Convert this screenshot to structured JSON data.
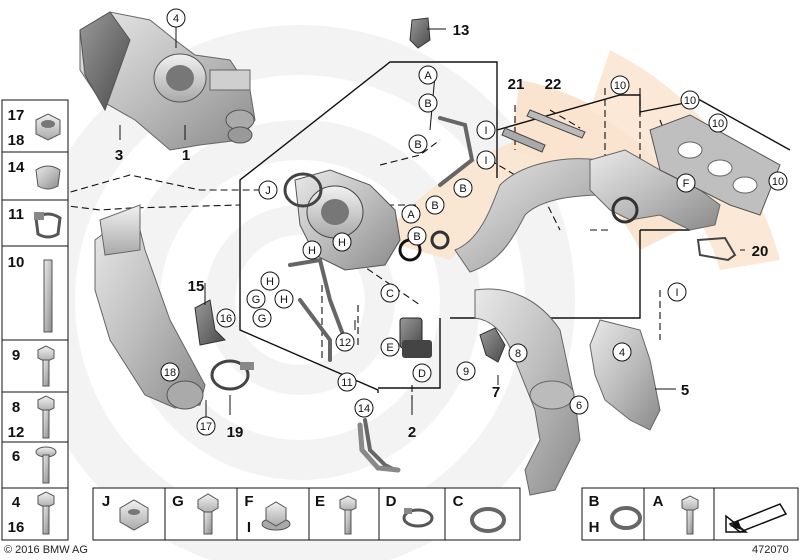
{
  "copyright": "© 2016 BMW AG",
  "diagram_number": "472070",
  "callouts": {
    "1": "1",
    "2": "2",
    "3": "3",
    "4": "4",
    "5": "5",
    "6": "6",
    "7": "7",
    "8": "8",
    "9": "9",
    "11": "11",
    "12": "12",
    "13": "13",
    "14": "14",
    "15": "15",
    "16": "16",
    "17": "17",
    "18": "18",
    "19": "19",
    "20": "20",
    "21": "21",
    "22": "22",
    "10": "10"
  },
  "letters": {
    "A": "A",
    "B": "B",
    "C": "C",
    "D": "D",
    "E": "E",
    "F": "F",
    "G": "G",
    "H": "H",
    "I": "I",
    "J": "J"
  },
  "side_panel": [
    {
      "top": "17",
      "bottom": "18",
      "icon": "hex-nut"
    },
    {
      "top": "14",
      "bottom": "",
      "icon": "hose-clamp"
    },
    {
      "top": "11",
      "bottom": "",
      "icon": "band-clamp"
    },
    {
      "top": "10",
      "bottom": "",
      "icon": "stud-bolt"
    },
    {
      "top": "9",
      "bottom": "",
      "icon": "hex-bolt"
    },
    {
      "top": "8",
      "bottom": "12",
      "icon": "hex-bolt"
    },
    {
      "top": "6",
      "bottom": "",
      "icon": "torx-bolt"
    },
    {
      "top": "4",
      "bottom": "16",
      "icon": "hex-bolt"
    }
  ],
  "bottom_panel": [
    {
      "top": "J",
      "bottom": "",
      "icon": "flange-nut"
    },
    {
      "top": "G",
      "bottom": "",
      "icon": "banjo-bolt"
    },
    {
      "top": "F",
      "bottom": "I",
      "icon": "flange-nut"
    },
    {
      "top": "E",
      "bottom": "",
      "icon": "hex-bolt"
    },
    {
      "top": "D",
      "bottom": "",
      "icon": "spring-clamp"
    },
    {
      "top": "C",
      "bottom": "",
      "icon": "seal-ring"
    }
  ],
  "bottom_right_panel": [
    {
      "top": "B",
      "bottom": "H",
      "icon": "seal-ring"
    },
    {
      "top": "A",
      "bottom": "",
      "icon": "banjo-bolt"
    }
  ]
}
